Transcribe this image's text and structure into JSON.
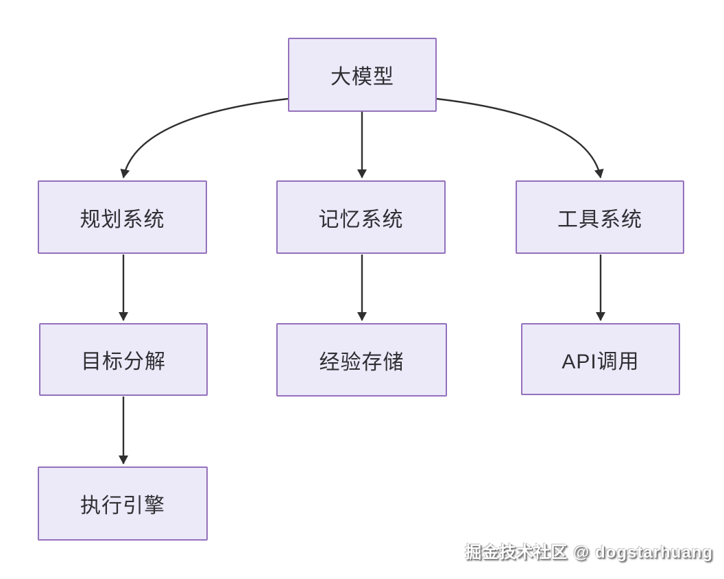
{
  "diagram": {
    "type": "flowchart",
    "nodes": [
      {
        "id": "large-model",
        "label": "大模型"
      },
      {
        "id": "planning-system",
        "label": "规划系统"
      },
      {
        "id": "memory-system",
        "label": "记忆系统"
      },
      {
        "id": "tool-system",
        "label": "工具系统"
      },
      {
        "id": "goal-decomposition",
        "label": "目标分解"
      },
      {
        "id": "experience-storage",
        "label": "经验存储"
      },
      {
        "id": "api-call",
        "label": "API调用"
      },
      {
        "id": "execution-engine",
        "label": "执行引擎"
      }
    ],
    "edges": [
      {
        "from": "大模型",
        "to": "规划系统"
      },
      {
        "from": "大模型",
        "to": "记忆系统"
      },
      {
        "from": "大模型",
        "to": "工具系统"
      },
      {
        "from": "规划系统",
        "to": "目标分解"
      },
      {
        "from": "记忆系统",
        "to": "经验存储"
      },
      {
        "from": "工具系统",
        "to": "API调用"
      },
      {
        "from": "目标分解",
        "to": "执行引擎"
      }
    ],
    "colors": {
      "node_fill": "#ece9f9",
      "node_border": "#9370bc",
      "arrow": "#2f2f2f",
      "text": "#2f2f33",
      "background": "#ffffff"
    }
  },
  "watermark": {
    "text": "掘金技术社区 @ dogstarhuang"
  }
}
